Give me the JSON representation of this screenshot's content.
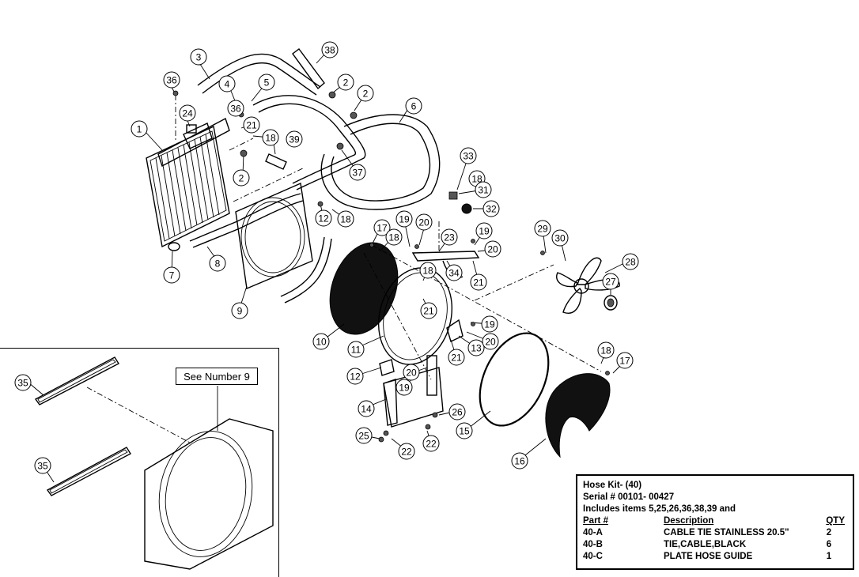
{
  "callouts": [
    {
      "id": "c1",
      "label": "1"
    },
    {
      "id": "c2a",
      "label": "2"
    },
    {
      "id": "c2b",
      "label": "2"
    },
    {
      "id": "c2c",
      "label": "2"
    },
    {
      "id": "c3",
      "label": "3"
    },
    {
      "id": "c4",
      "label": "4"
    },
    {
      "id": "c5",
      "label": "5"
    },
    {
      "id": "c6",
      "label": "6"
    },
    {
      "id": "c7",
      "label": "7"
    },
    {
      "id": "c8",
      "label": "8"
    },
    {
      "id": "c9",
      "label": "9"
    },
    {
      "id": "c10",
      "label": "10"
    },
    {
      "id": "c11",
      "label": "11"
    },
    {
      "id": "c12a",
      "label": "12"
    },
    {
      "id": "c12b",
      "label": "12"
    },
    {
      "id": "c13",
      "label": "13"
    },
    {
      "id": "c14",
      "label": "14"
    },
    {
      "id": "c15",
      "label": "15"
    },
    {
      "id": "c16",
      "label": "16"
    },
    {
      "id": "c17a",
      "label": "17"
    },
    {
      "id": "c17b",
      "label": "17"
    },
    {
      "id": "c18a",
      "label": "18"
    },
    {
      "id": "c18b",
      "label": "18"
    },
    {
      "id": "c18c",
      "label": "18"
    },
    {
      "id": "c18d",
      "label": "18"
    },
    {
      "id": "c18e",
      "label": "18"
    },
    {
      "id": "c18f",
      "label": "18"
    },
    {
      "id": "c19a",
      "label": "19"
    },
    {
      "id": "c19b",
      "label": "19"
    },
    {
      "id": "c19c",
      "label": "19"
    },
    {
      "id": "c19d",
      "label": "19"
    },
    {
      "id": "c20a",
      "label": "20"
    },
    {
      "id": "c20b",
      "label": "20"
    },
    {
      "id": "c20c",
      "label": "20"
    },
    {
      "id": "c20d",
      "label": "20"
    },
    {
      "id": "c21a",
      "label": "21"
    },
    {
      "id": "c21b",
      "label": "21"
    },
    {
      "id": "c21c",
      "label": "21"
    },
    {
      "id": "c21d",
      "label": "21"
    },
    {
      "id": "c22a",
      "label": "22"
    },
    {
      "id": "c22b",
      "label": "22"
    },
    {
      "id": "c23",
      "label": "23"
    },
    {
      "id": "c24",
      "label": "24"
    },
    {
      "id": "c25",
      "label": "25"
    },
    {
      "id": "c26",
      "label": "26"
    },
    {
      "id": "c27",
      "label": "27"
    },
    {
      "id": "c28",
      "label": "28"
    },
    {
      "id": "c29",
      "label": "29"
    },
    {
      "id": "c30",
      "label": "30"
    },
    {
      "id": "c31",
      "label": "31"
    },
    {
      "id": "c32",
      "label": "32"
    },
    {
      "id": "c33",
      "label": "33"
    },
    {
      "id": "c34",
      "label": "34"
    },
    {
      "id": "c35a",
      "label": "35"
    },
    {
      "id": "c35b",
      "label": "35"
    },
    {
      "id": "c36a",
      "label": "36"
    },
    {
      "id": "c36b",
      "label": "36"
    },
    {
      "id": "c37",
      "label": "37"
    },
    {
      "id": "c38",
      "label": "38"
    },
    {
      "id": "c39",
      "label": "39"
    }
  ],
  "inset": {
    "see_label": "See Number 9"
  },
  "hose_kit": {
    "title": "Hose Kit- (40)",
    "serial": "Serial # 00101- 00427",
    "includes": "Includes items 5,25,26,36,38,39 and",
    "headers": {
      "part": "Part #",
      "description": "Description",
      "qty": "QTY"
    },
    "rows": [
      {
        "part": "40-A",
        "description": "CABLE TIE STAINLESS 20.5\"",
        "qty": "2"
      },
      {
        "part": "40-B",
        "description": "TIE,CABLE,BLACK",
        "qty": "6"
      },
      {
        "part": "40-C",
        "description": "PLATE HOSE GUIDE",
        "qty": "1"
      }
    ]
  }
}
